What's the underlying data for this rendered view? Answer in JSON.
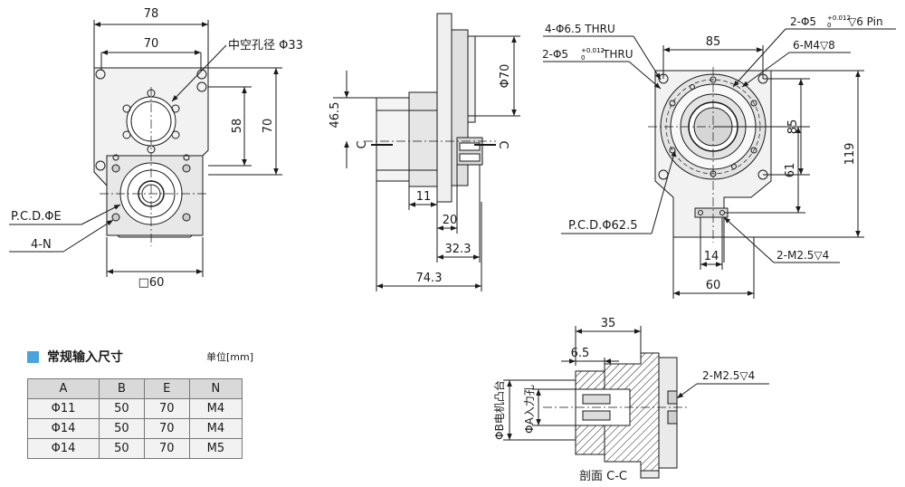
{
  "labels": {
    "front": {
      "width_78": "78",
      "width_70": "70",
      "hollow_bore": "中空孔径 Φ33",
      "height_58": "58",
      "height_70": "70",
      "pcd_e": "P.C.D.ΦE",
      "holes_4n": "4-N",
      "square_60": "□60"
    },
    "side": {
      "dim_46_5": "46.5",
      "dia_70": "Φ70",
      "section_c_left": "C",
      "section_c_right": "C",
      "dim_11": "11",
      "dim_20": "20",
      "dim_32_3": "32.3",
      "dim_74_3": "74.3"
    },
    "back": {
      "holes_thru": "4-Φ6.5 THRU",
      "pin_holes": "2-Φ5",
      "pin_tol_upper": "+0.012",
      "pin_tol_lower": "0",
      "pin_depth": "▽6 Pin",
      "pin_thru": "2-Φ5",
      "pin_thru_suffix": "THRU",
      "width_85": "85",
      "m4_holes": "6-M4▽8",
      "height_85": "85",
      "height_119": "119",
      "height_61": "61",
      "pcd_62_5": "P.C.D.Φ62.5",
      "width_14": "14",
      "m2_5_holes": "2-M2.5▽4",
      "width_60": "60"
    },
    "section": {
      "dim_35": "35",
      "dim_6_5": "6.5",
      "m2_5_holes": "2-M2.5▽4",
      "motor_boss": "ΦB电机凸台",
      "input_hole": "ΦA入力孔",
      "caption": "剖面 C-C"
    }
  },
  "spec_table": {
    "title": "常规输入尺寸",
    "unit": "单位[mm]",
    "headers": [
      "A",
      "B",
      "E",
      "N"
    ],
    "rows": [
      [
        "Φ11",
        "50",
        "70",
        "M4"
      ],
      [
        "Φ14",
        "50",
        "70",
        "M4"
      ],
      [
        "Φ14",
        "50",
        "70",
        "M5"
      ]
    ]
  },
  "colors": {
    "line": "#1a1a1a",
    "fill_light": "#f0f0f0",
    "fill_mid": "#d8d8d8",
    "accent": "#4aa3df",
    "table_header": "#d9d9d9",
    "table_cell": "#f2f2f2"
  },
  "icons": [
    "square-marker-icon"
  ]
}
